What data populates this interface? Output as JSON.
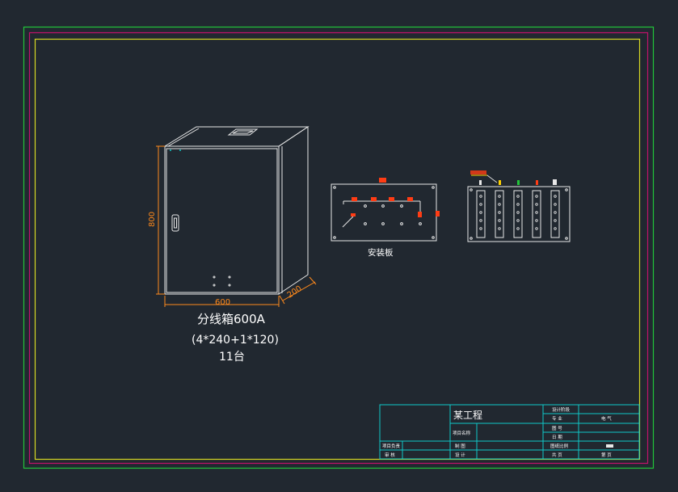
{
  "colors": {
    "background": "#212830",
    "frame_outer": "#22c43a",
    "frame_middle": "#c0126a",
    "frame_inner": "#d8d824",
    "dimension": "#ff8a1c",
    "table_lines": "#10c8c8",
    "component": "#ff3c14"
  },
  "cabinet": {
    "height_dim": "800",
    "width_dim": "600",
    "depth_dim": "200",
    "caption_line1": "分线箱600A",
    "caption_line2": "(4*240+1*120)",
    "caption_line3": "11台"
  },
  "mounting_plate": {
    "caption": "安装板"
  },
  "title_block": {
    "project_title": "某工程",
    "project_name_label": "项目名称",
    "row_label_project_lead": "项目负责",
    "row_label_review": "审 核",
    "mid_label_1": "制 图",
    "mid_label_2": "设 计",
    "right_label_1": "设计阶段",
    "right_label_2": "专 业",
    "right_label_3": "图 号",
    "right_label_4": "日 期",
    "right_label_5": "图纸比例",
    "right_label_6": "共 页",
    "right_value_2": "电 气",
    "right_value_6": "第 页"
  }
}
